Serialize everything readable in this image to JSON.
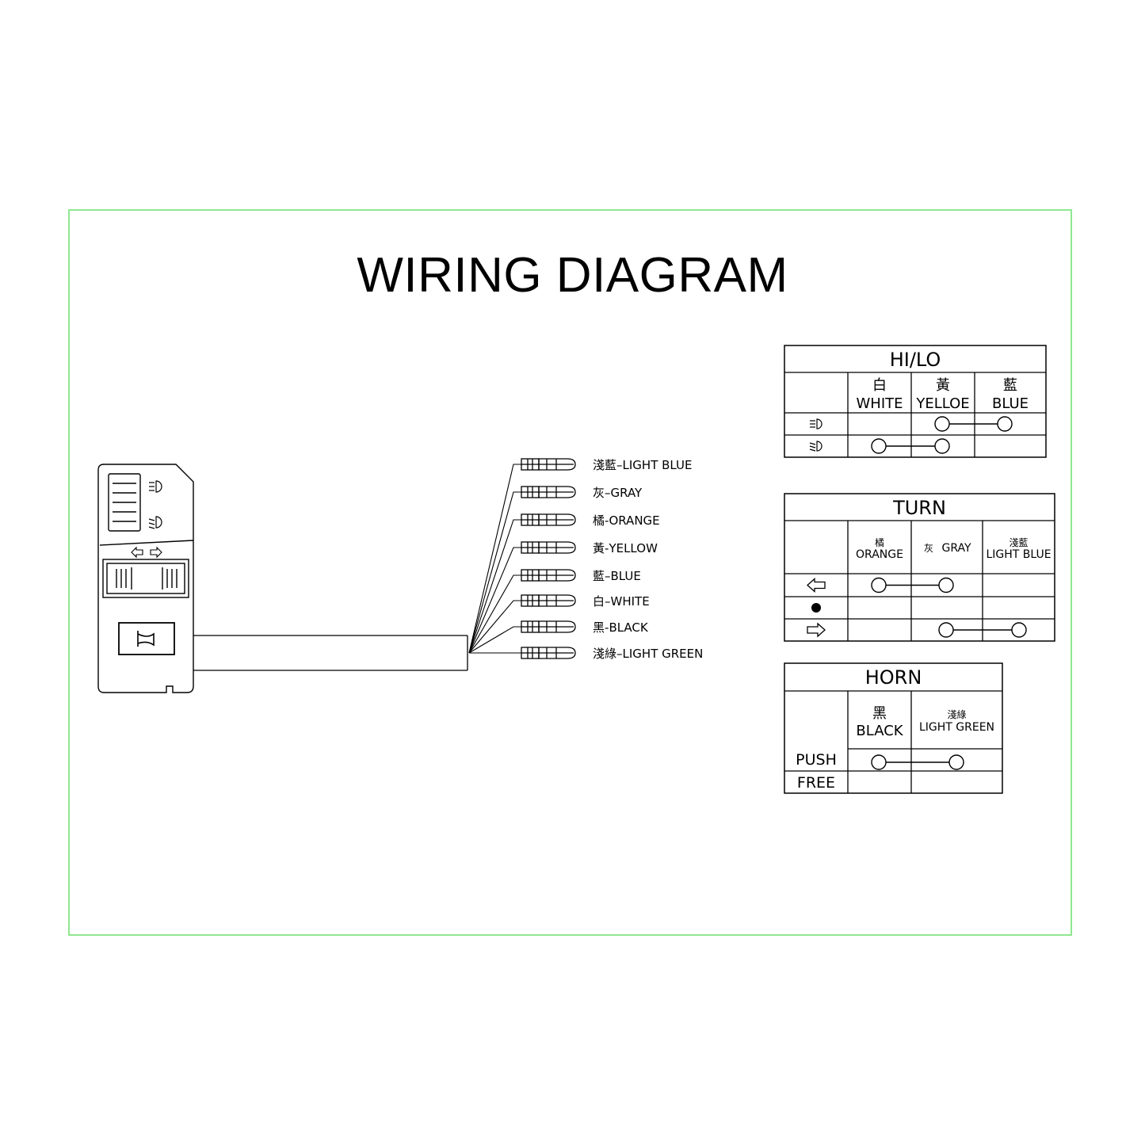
{
  "title": "WIRING DIAGRAM",
  "wires": [
    {
      "cn": "淺藍",
      "sep": "–",
      "en": "LIGHT BLUE"
    },
    {
      "cn": "灰",
      "sep": "–",
      "en": "GRAY"
    },
    {
      "cn": "橘",
      "sep": "-",
      "en": "ORANGE"
    },
    {
      "cn": "黃",
      "sep": "-",
      "en": "YELLOW"
    },
    {
      "cn": "藍",
      "sep": "–",
      "en": "BLUE"
    },
    {
      "cn": "白",
      "sep": "–",
      "en": "WHITE"
    },
    {
      "cn": "黑",
      "sep": "-",
      "en": "BLACK"
    },
    {
      "cn": "淺綠",
      "sep": "–",
      "en": "LIGHT GREEN"
    }
  ],
  "tables": {
    "hilo": {
      "title": "HI/LO",
      "cols": [
        {
          "cn": "白",
          "en": "WHITE"
        },
        {
          "cn": "黃",
          "en": "YELLOE"
        },
        {
          "cn": "藍",
          "en": "BLUE"
        }
      ],
      "rows": [
        "headlight-high-icon",
        "headlight-low-icon"
      ]
    },
    "turn": {
      "title": "TURN",
      "cols": [
        {
          "cn": "橘",
          "en": "ORANGE"
        },
        {
          "cn": "灰",
          "en": "GRAY"
        },
        {
          "cn": "淺藍",
          "en": "LIGHT BLUE"
        }
      ],
      "rows": [
        "left-arrow-icon",
        "dot-icon",
        "right-arrow-icon"
      ]
    },
    "horn": {
      "title": "HORN",
      "cols": [
        {
          "cn": "黑",
          "en": "BLACK"
        },
        {
          "cn": "淺綠",
          "en": "LIGHT GREEN"
        }
      ],
      "rows": [
        "PUSH",
        "FREE"
      ]
    }
  },
  "colors": {
    "frame": "#8fe88f",
    "ink": "#000000"
  }
}
